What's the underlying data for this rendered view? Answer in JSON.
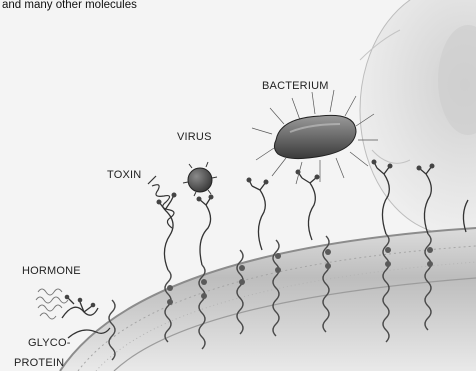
{
  "caption": "and many other molecules",
  "labels": {
    "bacterium": "BACTERIUM",
    "virus": "VIRUS",
    "toxin": "TOXIN",
    "hormone": "HORMONE",
    "glyco_line1": "GLYCO-",
    "glyco_line2": "PROTEIN"
  },
  "colors": {
    "membrane": "#c9c9c9",
    "membrane_dark": "#8c8c8c",
    "cell_body": "#e2e2e2",
    "ink": "#2a2a2a"
  }
}
